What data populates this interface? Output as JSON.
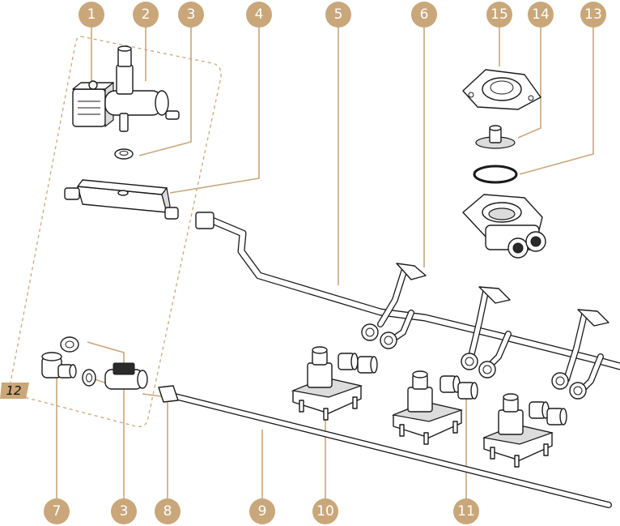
{
  "colors": {
    "accent": "#C9A77A",
    "line": "#1a1a1a",
    "background": "#ffffff"
  },
  "callouts": {
    "c1": "1",
    "c2": "2",
    "c3_top": "3",
    "c4": "4",
    "c5": "5",
    "c6": "6",
    "c15": "15",
    "c14": "14",
    "c13": "13",
    "c7": "7",
    "c3_bottom": "3",
    "c8": "8",
    "c9": "9",
    "c10": "10",
    "c11": "11"
  },
  "group_label": "12"
}
